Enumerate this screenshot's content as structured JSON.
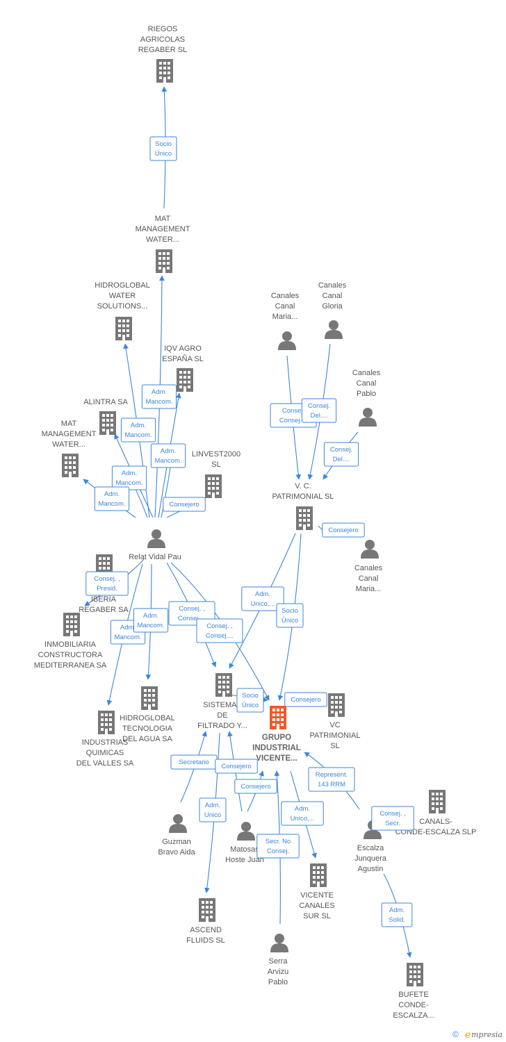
{
  "colors": {
    "edge": "#3b86d8",
    "node_gray": "#777777",
    "node_main": "#f05a28",
    "label_gray": "#555555"
  },
  "nodes": [
    {
      "id": "riegos",
      "type": "company",
      "label": [
        "RIEGOS",
        "AGRICOLAS",
        "REGABER  SL"
      ]
    },
    {
      "id": "mat1",
      "type": "company",
      "label": [
        "MAT",
        "MANAGEMENT",
        "WATER..."
      ]
    },
    {
      "id": "hidroglobal_ws",
      "type": "company",
      "label": [
        "HIDROGLOBAL",
        "WATER",
        "SOLUTIONS..."
      ]
    },
    {
      "id": "iqv",
      "type": "company",
      "label": [
        "IQV AGRO",
        "ESPAÑA SL"
      ]
    },
    {
      "id": "alintra",
      "type": "company",
      "label": [
        "ALINTRA SA"
      ]
    },
    {
      "id": "mat2",
      "type": "company",
      "label": [
        "MAT",
        "MANAGEMENT",
        "WATER..."
      ]
    },
    {
      "id": "linvest",
      "type": "company",
      "label": [
        "LINVEST2000",
        "SL"
      ]
    },
    {
      "id": "relat",
      "type": "person",
      "label": [
        "Relat Vidal Pau"
      ]
    },
    {
      "id": "iberia",
      "type": "company",
      "label": [
        "IBERIA",
        "REGABER SA"
      ]
    },
    {
      "id": "inmobiliaria",
      "type": "company",
      "label": [
        "INMOBILIARIA",
        "CONSTRUCTORA",
        "MEDITERRANEA SA"
      ]
    },
    {
      "id": "hidroglobal_ta",
      "type": "company",
      "label": [
        "HIDROGLOBAL",
        "TECNOLOGIA",
        "DEL AGUA SA"
      ]
    },
    {
      "id": "industrias",
      "type": "company",
      "label": [
        "INDUSTRIAS",
        "QUIMICAS",
        "DEL VALLES SA"
      ]
    },
    {
      "id": "sistemas",
      "type": "company",
      "label": [
        "SISTEMAS",
        "DE",
        "FILTRADO Y..."
      ]
    },
    {
      "id": "grupo",
      "type": "main",
      "label": [
        "GRUPO",
        "INDUSTRIAL",
        "VICENTE..."
      ]
    },
    {
      "id": "vc_patrimonial",
      "type": "company",
      "label": [
        "VC",
        "PATRIMONIAL",
        "SL"
      ]
    },
    {
      "id": "vc_patrimonial2",
      "type": "company",
      "label": [
        "V.  C.",
        "PATRIMONIAL SL"
      ]
    },
    {
      "id": "canales_maria1",
      "type": "person",
      "label": [
        "Canales",
        "Canal",
        "Maria..."
      ]
    },
    {
      "id": "canales_gloria",
      "type": "person",
      "label": [
        "Canales",
        "Canal",
        "Gloria"
      ]
    },
    {
      "id": "canales_pablo",
      "type": "person",
      "label": [
        "Canales",
        "Canal",
        "Pablo"
      ]
    },
    {
      "id": "canales_maria2",
      "type": "person",
      "label": [
        "Canales",
        "Canal",
        "Maria..."
      ]
    },
    {
      "id": "guzman",
      "type": "person",
      "label": [
        "Guzman",
        "Bravo Aida"
      ]
    },
    {
      "id": "matosas",
      "type": "person",
      "label": [
        "Matosas",
        "Hoste Juan"
      ]
    },
    {
      "id": "ascend",
      "type": "company",
      "label": [
        "ASCEND",
        "FLUIDS SL"
      ]
    },
    {
      "id": "serra",
      "type": "person",
      "label": [
        "Serra",
        "Arvizu",
        "Pablo"
      ]
    },
    {
      "id": "vicente_sur",
      "type": "company",
      "label": [
        "VICENTE",
        "CANALES",
        "SUR  SL"
      ]
    },
    {
      "id": "escalza",
      "type": "person",
      "label": [
        "Escalza",
        "Junquera",
        "Agustin"
      ]
    },
    {
      "id": "canals",
      "type": "company",
      "label": [
        "CANALS-",
        "CONDE-ESCALZA SLP"
      ]
    },
    {
      "id": "bufete",
      "type": "company",
      "label": [
        "BUFETE",
        "CONDE-",
        "ESCALZA..."
      ]
    }
  ],
  "edges": [
    {
      "from": "mat1",
      "to": "riegos",
      "label": [
        "Socio",
        "Único"
      ]
    },
    {
      "from": "relat",
      "to": "mat1",
      "label": []
    },
    {
      "from": "relat",
      "to": "hidroglobal_ws",
      "label": []
    },
    {
      "from": "relat",
      "to": "iqv",
      "label": [
        "Adm.",
        "Mancom."
      ]
    },
    {
      "from": "relat",
      "to": "alintra",
      "label": [
        "Adm.",
        "Mancom."
      ]
    },
    {
      "from": "relat",
      "to": "iqv",
      "label": [
        "Adm.",
        "Mancom."
      ]
    },
    {
      "from": "relat",
      "to": "alintra",
      "label": [
        "Adm.",
        "Mancom."
      ]
    },
    {
      "from": "relat",
      "to": "mat2",
      "label": [
        "Adm.",
        "Mancom."
      ]
    },
    {
      "from": "relat",
      "to": "linvest",
      "label": [
        "Consejero"
      ]
    },
    {
      "from": "relat",
      "to": "iberia",
      "label": [
        "Consej. ,",
        "Presid."
      ]
    },
    {
      "from": "relat",
      "to": "industrias",
      "label": [
        "Adm.",
        "Mancom."
      ]
    },
    {
      "from": "relat",
      "to": "hidroglobal_ta",
      "label": [
        "Adm.",
        "Mancom."
      ]
    },
    {
      "from": "relat",
      "to": "sistemas",
      "label": [
        "Consej. ,",
        "Consej...."
      ]
    },
    {
      "from": "relat",
      "to": "grupo",
      "label": [
        "Consej. ,",
        "Consej...."
      ]
    },
    {
      "from": "canales_maria1",
      "to": "vc_patrimonial2",
      "label": [
        "Consej.",
        "Consej...."
      ]
    },
    {
      "from": "canales_gloria",
      "to": "vc_patrimonial2",
      "label": [
        "Consej.",
        "Del...."
      ]
    },
    {
      "from": "canales_pablo",
      "to": "vc_patrimonial2",
      "label": [
        "Consej.",
        "Del...."
      ]
    },
    {
      "from": "canales_maria2",
      "to": "vc_patrimonial2",
      "label": [
        "Consejero"
      ]
    },
    {
      "from": "vc_patrimonial2",
      "to": "sistemas",
      "label": [
        "Adm.",
        "Unico,..."
      ]
    },
    {
      "from": "vc_patrimonial2",
      "to": "grupo",
      "label": [
        "Socio",
        "Único"
      ]
    },
    {
      "from": "sistemas",
      "to": "grupo",
      "label": [
        "Socio",
        "Único"
      ]
    },
    {
      "from": "vc_patrimonial",
      "to": "grupo",
      "label": [
        "Consejero"
      ]
    },
    {
      "from": "guzman",
      "to": "sistemas",
      "label": [
        "Secretario"
      ]
    },
    {
      "from": "matosas",
      "to": "sistemas",
      "label": [
        "Consejero"
      ]
    },
    {
      "from": "matosas",
      "to": "grupo",
      "label": [
        "Consejero"
      ]
    },
    {
      "from": "sistemas",
      "to": "ascend",
      "label": [
        "Adm.",
        "Unico"
      ]
    },
    {
      "from": "serra",
      "to": "grupo",
      "label": [
        "Secr.  No",
        "Consej."
      ]
    },
    {
      "from": "grupo",
      "to": "vicente_sur",
      "label": [
        "Adm.",
        "Unico,..."
      ]
    },
    {
      "from": "escalza",
      "to": "grupo",
      "label": [
        "Represent.",
        "143 RRM"
      ]
    },
    {
      "from": "escalza",
      "to": "canals",
      "label": [
        "Consej. ,",
        "Secr."
      ]
    },
    {
      "from": "escalza",
      "to": "bufete",
      "label": [
        "Adm.",
        "Solid."
      ]
    }
  ],
  "watermark": {
    "symbol": "©",
    "initial": "e",
    "text": "mpresia"
  }
}
